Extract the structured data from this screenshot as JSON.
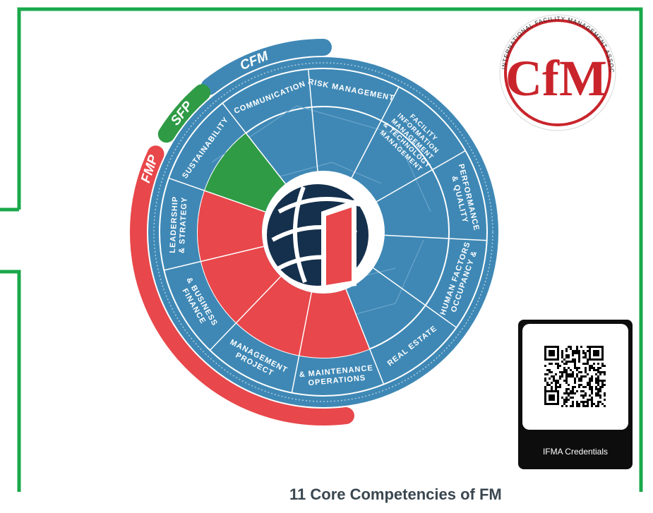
{
  "title": "11 Core Competencies of FM",
  "tiers": {
    "cfm": "CFM",
    "sfp": "SFP",
    "fmp": "FMP"
  },
  "competencies": [
    {
      "id": "communication",
      "lines": [
        "COMMUNICATION"
      ]
    },
    {
      "id": "risk-management",
      "lines": [
        "RISK MANAGEMENT"
      ]
    },
    {
      "id": "facility-information",
      "lines": [
        "FACILITY",
        "INFORMATION",
        "MANAGEMENT",
        "& TECHNOLOGY",
        "MANAGEMENT"
      ]
    },
    {
      "id": "performance-quality",
      "lines": [
        "PERFORMANCE",
        "& QUALITY"
      ]
    },
    {
      "id": "occupancy",
      "lines": [
        "OCCUPANCY &",
        "HUMAN FACTORS"
      ]
    },
    {
      "id": "real-estate",
      "lines": [
        "REAL ESTATE"
      ]
    },
    {
      "id": "operations",
      "lines": [
        "OPERATIONS",
        "& MAINTENANCE"
      ]
    },
    {
      "id": "project-management",
      "lines": [
        "PROJECT",
        "MANAGEMENT"
      ]
    },
    {
      "id": "finance",
      "lines": [
        "FINANCE",
        "& BUSINESS"
      ]
    },
    {
      "id": "leadership",
      "lines": [
        "LEADERSHIP",
        "& STRATEGY"
      ]
    },
    {
      "id": "sustainability",
      "lines": [
        "SUSTAINABILITY"
      ]
    }
  ],
  "logo": {
    "ring_text": "INTERNATIONAL FACILITY MANAGEMENT ASSOCIATION",
    "letters": "CfM"
  },
  "qr": {
    "caption": "IFMA Credentials"
  },
  "colors": {
    "blue": "#3f88b5",
    "green": "#2f9b45",
    "red": "#e8474b",
    "navy": "#14304d",
    "frame": "#1aa84a"
  }
}
